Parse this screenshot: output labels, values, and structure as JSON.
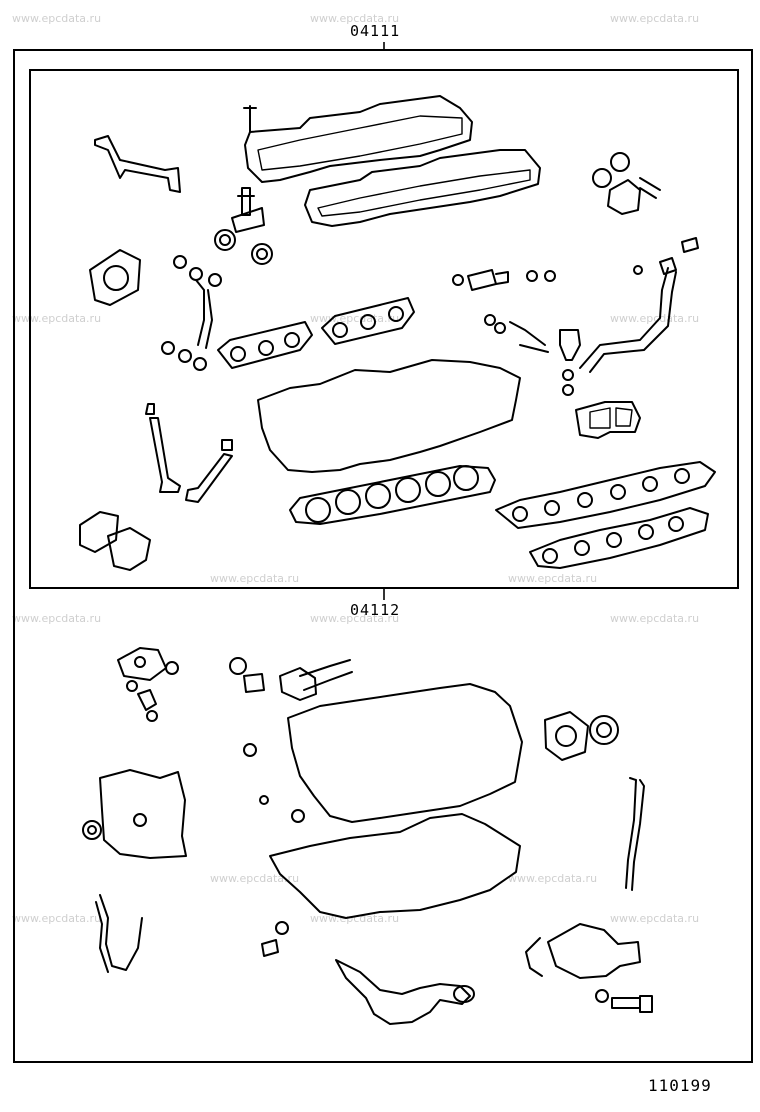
{
  "watermark": "www.epcdata.ru",
  "kits": [
    {
      "code": "04111"
    },
    {
      "code": "04112"
    }
  ],
  "figure_number": "110199"
}
